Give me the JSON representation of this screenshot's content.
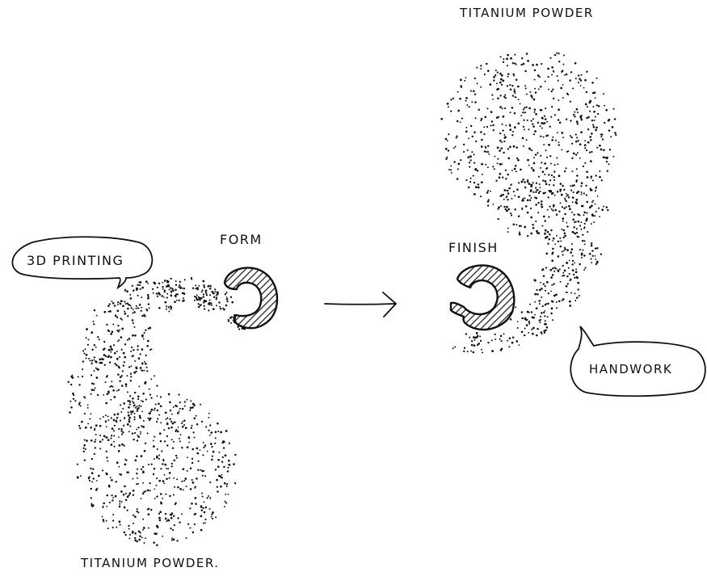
{
  "labels": {
    "top_powder": "TITANIUM POWDER",
    "bottom_powder": "TITANIUM POWDER.",
    "form": "FORM",
    "finish": "FINISH",
    "printing": "3D PRINTING",
    "handwork": "HANDWORK"
  },
  "colors": {
    "ink": "#111111",
    "background": "#ffffff"
  }
}
